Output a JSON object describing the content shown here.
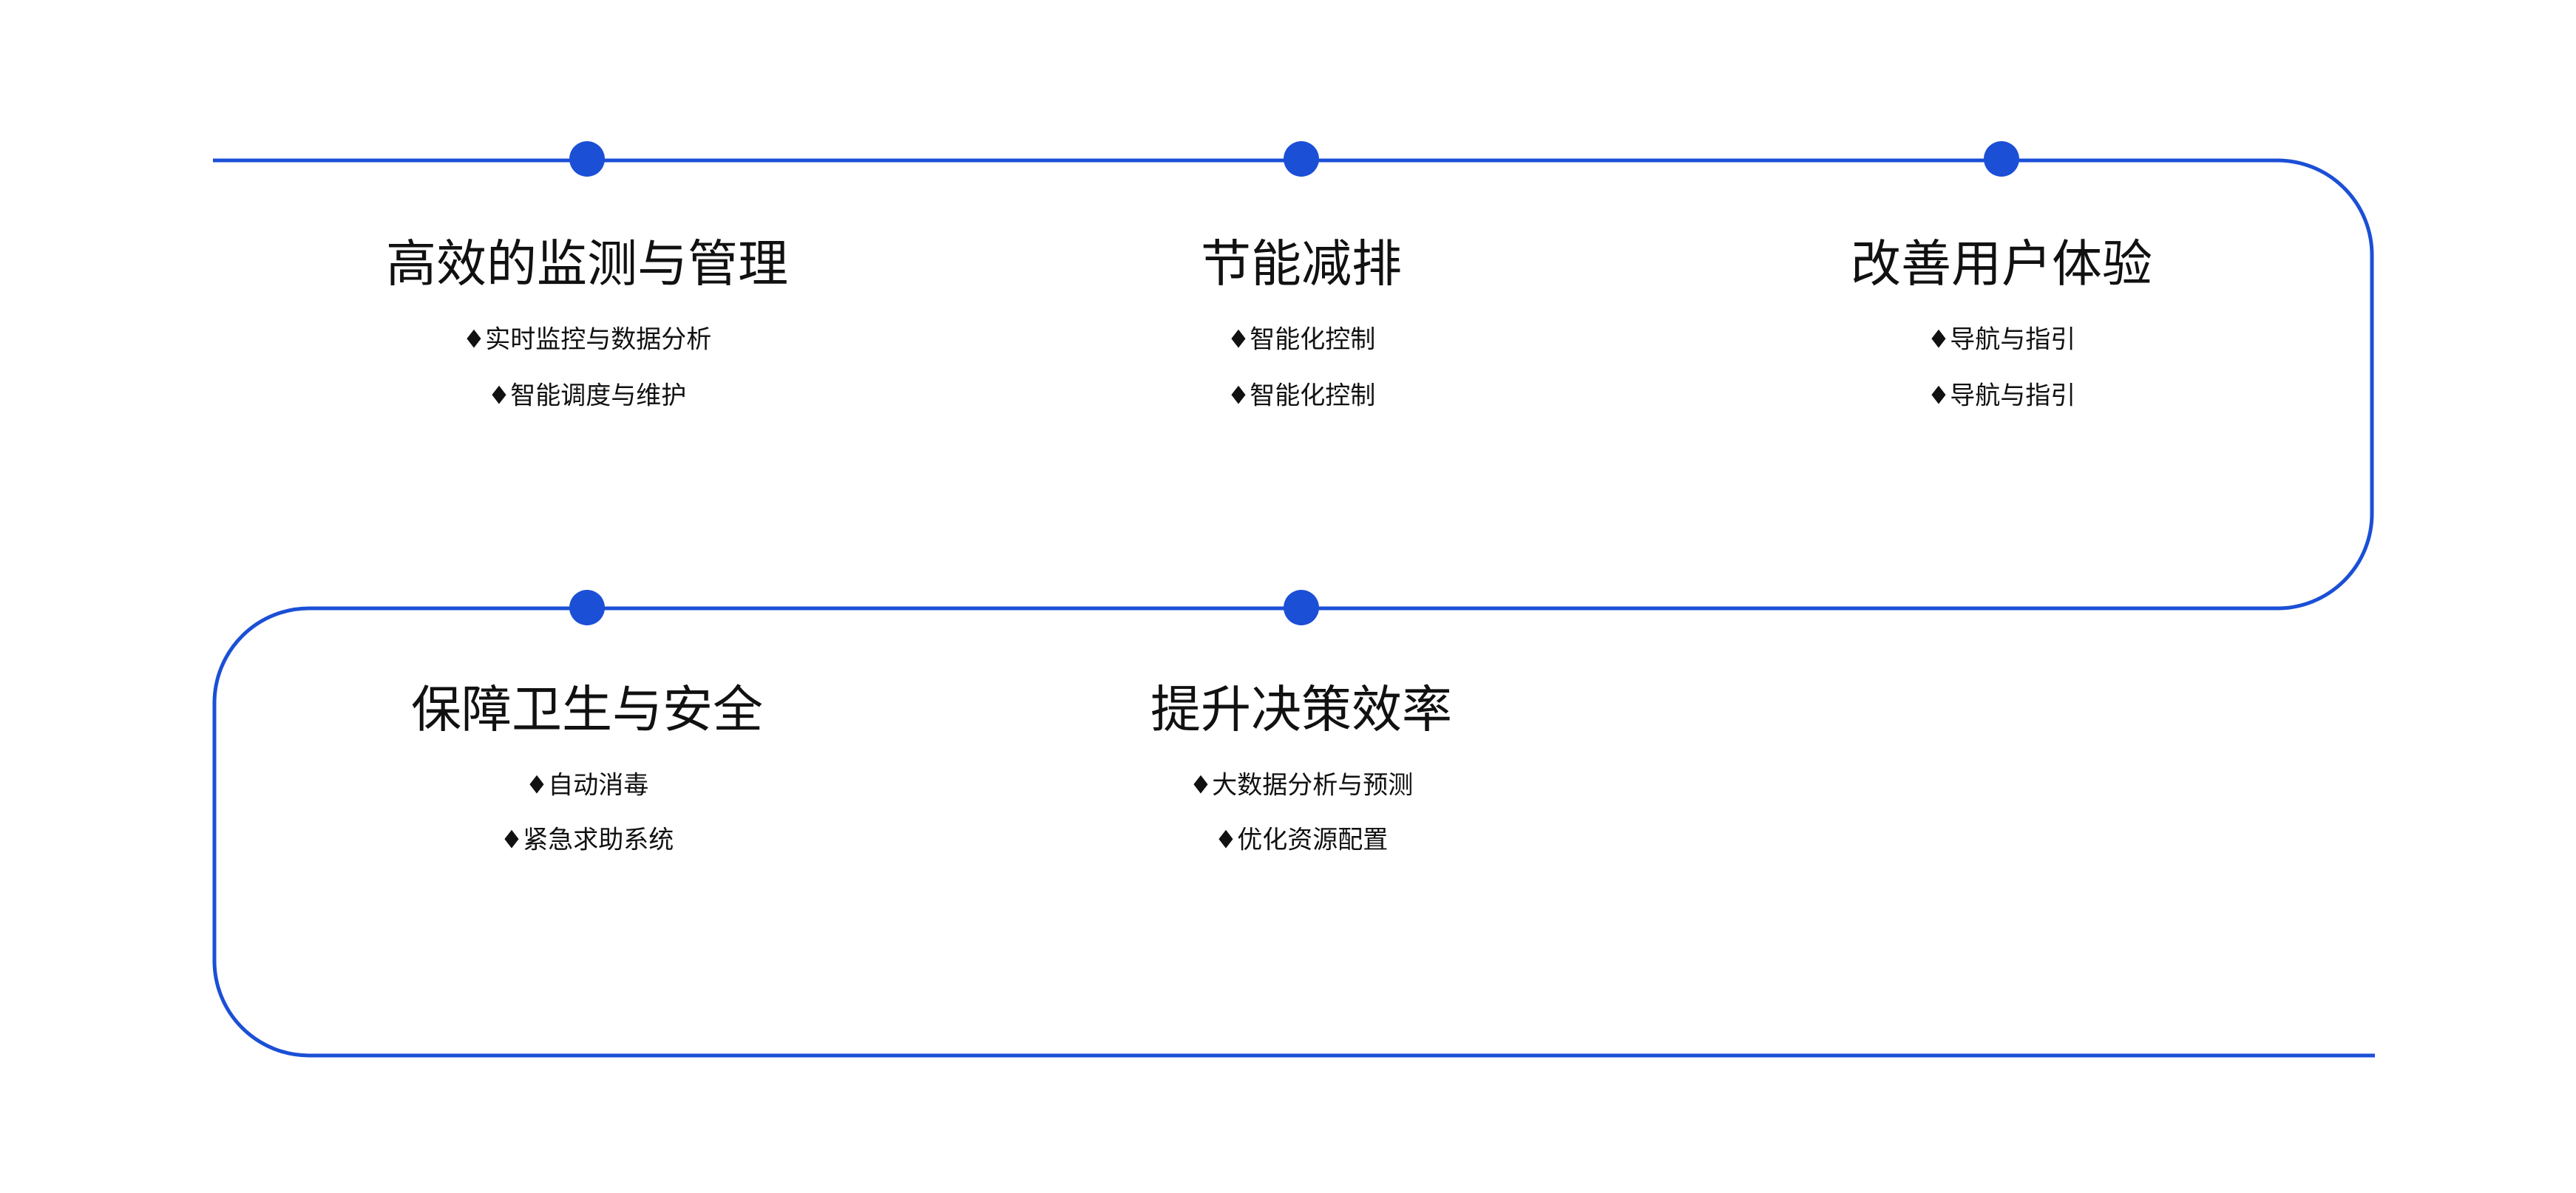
{
  "colors": {
    "accent": "#1b4fd6",
    "text": "#111111",
    "background": "#ffffff"
  },
  "stages": [
    {
      "title": "高效的监测与管理",
      "items": [
        "♦实时监控与数据分析",
        "♦智能调度与维护"
      ]
    },
    {
      "title": "节能减排",
      "items": [
        "♦智能化控制",
        "♦智能化控制"
      ]
    },
    {
      "title": "改善用户体验",
      "items": [
        "♦导航与指引",
        "♦导航与指引"
      ]
    },
    {
      "title": "保障卫生与安全",
      "items": [
        "♦自动消毒",
        "♦紧急求助系统"
      ]
    },
    {
      "title": "提升决策效率",
      "items": [
        "♦大数据分析与预测",
        "♦优化资源配置"
      ]
    }
  ]
}
